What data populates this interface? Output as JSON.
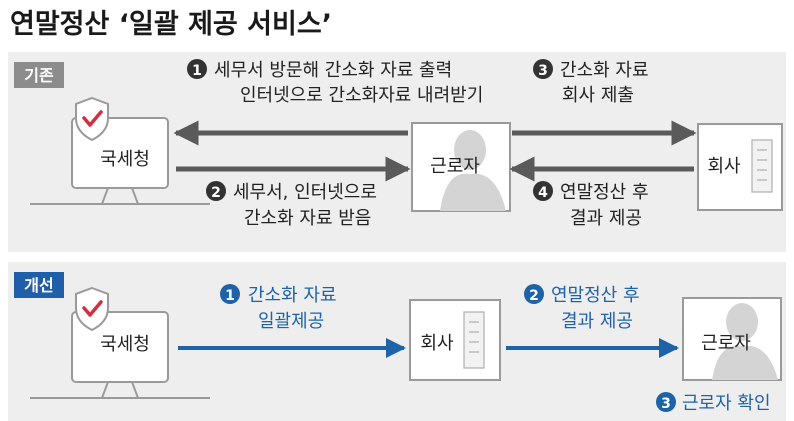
{
  "title": "연말정산 ‘일괄 제공 서비스’",
  "sections": {
    "before": {
      "badge": "기존",
      "tax_office": "국세청",
      "worker": "근로자",
      "company": "회사",
      "step1_num": "1",
      "step1_line1": "세무서 방문해 간소화 자료 출력",
      "step1_line2": "인터넷으로 간소화자료 내려받기",
      "step2_num": "2",
      "step2_line1": "세무서, 인터넷으로",
      "step2_line2": "간소화 자료 받음",
      "step3_num": "3",
      "step3_line1": "간소화 자료",
      "step3_line2": "회사 제출",
      "step4_num": "4",
      "step4_line1": "연말정산 후",
      "step4_line2": "결과 제공"
    },
    "after": {
      "badge": "개선",
      "tax_office": "국세청",
      "company": "회사",
      "worker": "근로자",
      "step1_num": "1",
      "step1_line1": "간소화 자료",
      "step1_line2": "일괄제공",
      "step2_num": "2",
      "step2_line1": "연말정산 후",
      "step2_line2": "결과 제공",
      "step3_num": "3",
      "step3_label": "근로자 확인"
    }
  },
  "colors": {
    "panel_bg": "#eeeeee",
    "box_border": "#9a9a9a",
    "dark_arrow": "#5a5a5a",
    "blue": "#1e63a8",
    "shield": "#d32f3f",
    "badge_grey": "#8c8c8c",
    "badge_blue": "#1f5ea8"
  }
}
